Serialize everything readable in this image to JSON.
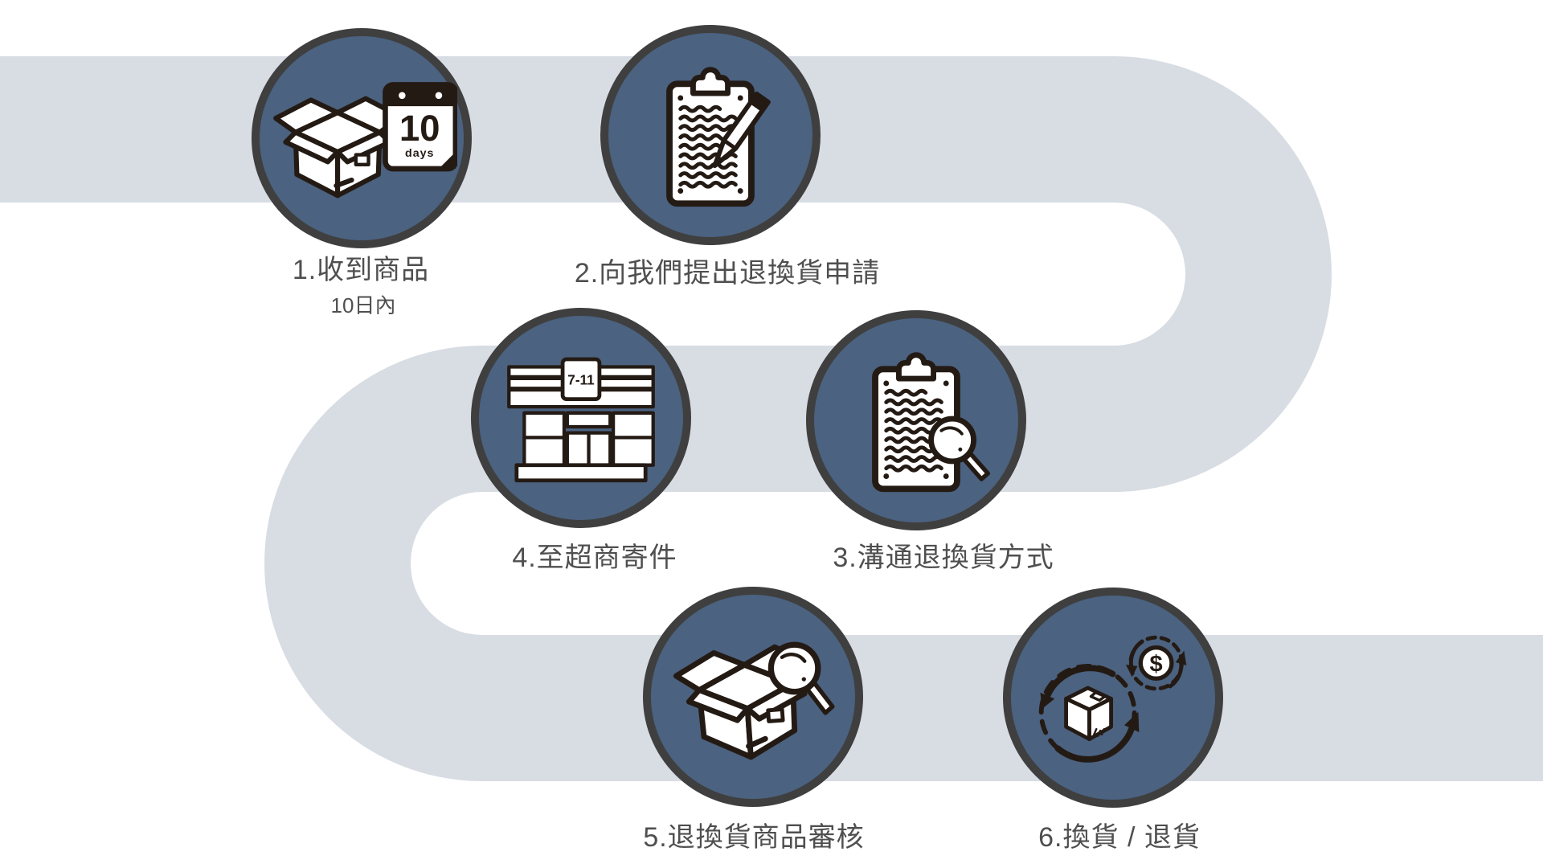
{
  "colors": {
    "bg": "#ffffff",
    "road": "#d8dce3",
    "circle-fill": "#4b6280",
    "circle-border": "#3f3f3f",
    "ink": "#241a14",
    "label": "#4f4f4f"
  },
  "diagram": {
    "description-of-flow": "S-shaped road connecting six numbered return/exchange steps"
  },
  "steps": [
    {
      "id": "1",
      "label": "1.收到商品",
      "sublabel": "10日內",
      "icon": "open-box-calendar-icon",
      "badge_number": "10",
      "badge_unit": "days"
    },
    {
      "id": "2",
      "label": "2.向我們提出退換貨申請",
      "icon": "clipboard-pencil-icon"
    },
    {
      "id": "3",
      "label": "3.溝通退換貨方式",
      "icon": "clipboard-magnifier-icon"
    },
    {
      "id": "4",
      "label": "4.至超商寄件",
      "icon": "convenience-store-icon",
      "store_sign": "7-11"
    },
    {
      "id": "5",
      "label": "5.退換貨商品審核",
      "icon": "open-box-magnifier-icon"
    },
    {
      "id": "6",
      "label": "6.換貨 / 退貨",
      "icon": "exchange-refund-icon",
      "currency_symbol": "$"
    }
  ]
}
